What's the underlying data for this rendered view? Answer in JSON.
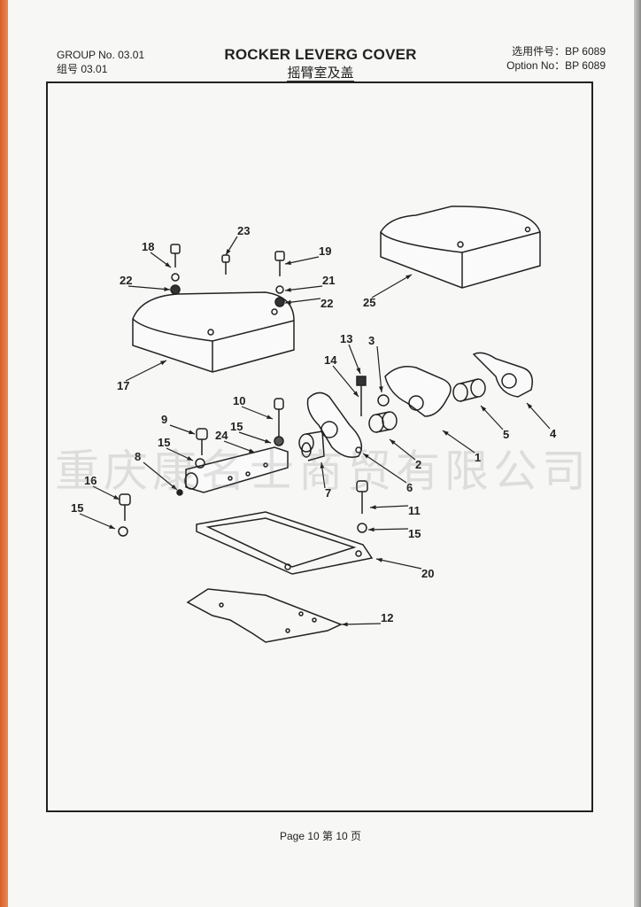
{
  "header": {
    "group_en": "GROUP No. 03.01",
    "group_zh": "组号 03.01",
    "title_en": "ROCKER LEVERG COVER",
    "title_zh": "摇臂室及盖",
    "option_zh": "选用件号：BP 6089",
    "option_en": "Option No：BP 6089"
  },
  "diagram": {
    "callouts": [
      "18",
      "22",
      "23",
      "19",
      "21",
      "22",
      "25",
      "17",
      "13",
      "3",
      "14",
      "10",
      "9",
      "15",
      "24",
      "15",
      "8",
      "16",
      "15",
      "5",
      "4",
      "1",
      "2",
      "6",
      "7",
      "11",
      "15",
      "20",
      "12"
    ]
  },
  "watermark": "重庆康名士商贸有限公司",
  "footer": {
    "page": "Page 10  第 10 页"
  }
}
